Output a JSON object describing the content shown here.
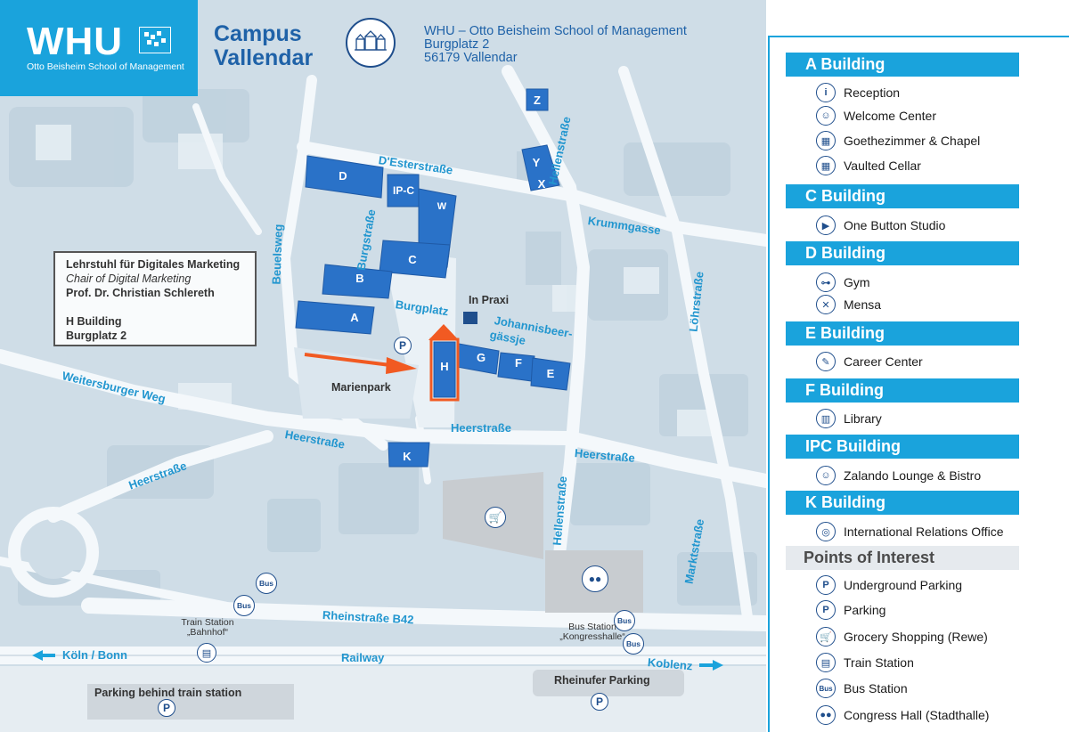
{
  "header": {
    "logo": "WHU",
    "logo_subtitle": "Otto Beisheim School of Management",
    "campus_title_line1": "Campus",
    "campus_title_line2": "Vallendar",
    "address_line1": "WHU – Otto Beisheim School of Management",
    "address_line2": "Burgplatz 2",
    "address_line3": "56179 Vallendar"
  },
  "chair_box": {
    "line1": "Lehrstuhl für Digitales Marketing",
    "line2": "Chair of Digital Marketing",
    "line3": "Prof. Dr. Christian Schlereth",
    "line4": "H Building",
    "line5": "Burgplatz 2"
  },
  "streets": {
    "desterstrasse": "D'Esterstraße",
    "krummgasse": "Krummgasse",
    "hellenstrasse_top": "Hellenstraße",
    "hellenstrasse_bottom": "Hellenstraße",
    "lohrstrasse": "Löhrstraße",
    "beuelsweg": "Beuelsweg",
    "burgstrasse": "Burgstraße",
    "burgplatz": "Burgplatz",
    "johannisbeergasse_1": "Johannisbeer-",
    "johannisbeergasse_2": "gässje",
    "weitersburger_weg": "Weitersburger Weg",
    "marienpark": "Marienpark",
    "heerstrasse_center": "Heerstraße",
    "heerstrasse_left": "Heerstraße",
    "heerstrasse_farleft": "Heerstraße",
    "heerstrasse_right": "Heerstraße",
    "marktstrasse": "Marktstraße",
    "rheinstrasse": "Rheinstraße B42",
    "railway": "Railway",
    "koeln_bonn": "Köln / Bonn",
    "koblenz": "Koblenz"
  },
  "buildings": {
    "A": "A",
    "B": "B",
    "C": "C",
    "D": "D",
    "E": "E",
    "F": "F",
    "G": "G",
    "H": "H",
    "K": "K",
    "W": "W",
    "X": "X",
    "Y": "Y",
    "Z": "Z",
    "IPC": "IP-C",
    "in_praxi": "In Praxi"
  },
  "places": {
    "train_station_1": "Train Station",
    "train_station_2": "„Bahnhof“",
    "bus_station_1": "Bus Station",
    "bus_station_2": "„Kongresshalle“",
    "parking_behind": "Parking behind train station",
    "rheinufer_parking": "Rheinufer Parking",
    "bus": "Bus",
    "p": "P"
  },
  "legend": {
    "a_building": "A  Building",
    "reception": "Reception",
    "welcome_center": "Welcome Center",
    "goethezimmer": "Goethezimmer & Chapel",
    "vaulted_cellar": "Vaulted Cellar",
    "c_building": "C  Building",
    "one_button_studio": "One Button Studio",
    "d_building": "D  Building",
    "gym": "Gym",
    "mensa": "Mensa",
    "e_building": "E  Building",
    "career_center": "Career Center",
    "f_building": "F  Building",
    "library": "Library",
    "ipc_building": "IPC  Building",
    "zalando": "Zalando Lounge & Bistro",
    "k_building": "K  Building",
    "iro": "International Relations Office",
    "poi_title": "Points of Interest",
    "underground_parking": "Underground Parking",
    "parking": "Parking",
    "grocery": "Grocery Shopping (Rewe)",
    "train_station": "Train Station",
    "bus_station": "Bus Station",
    "congress_hall": "Congress Hall (Stadthalle)"
  },
  "colors": {
    "accent": "#1aa3dc",
    "building": "#2a72c8",
    "building_dark": "#1f4e8c",
    "highlight": "#f15a22",
    "street_text": "#2296cf"
  }
}
